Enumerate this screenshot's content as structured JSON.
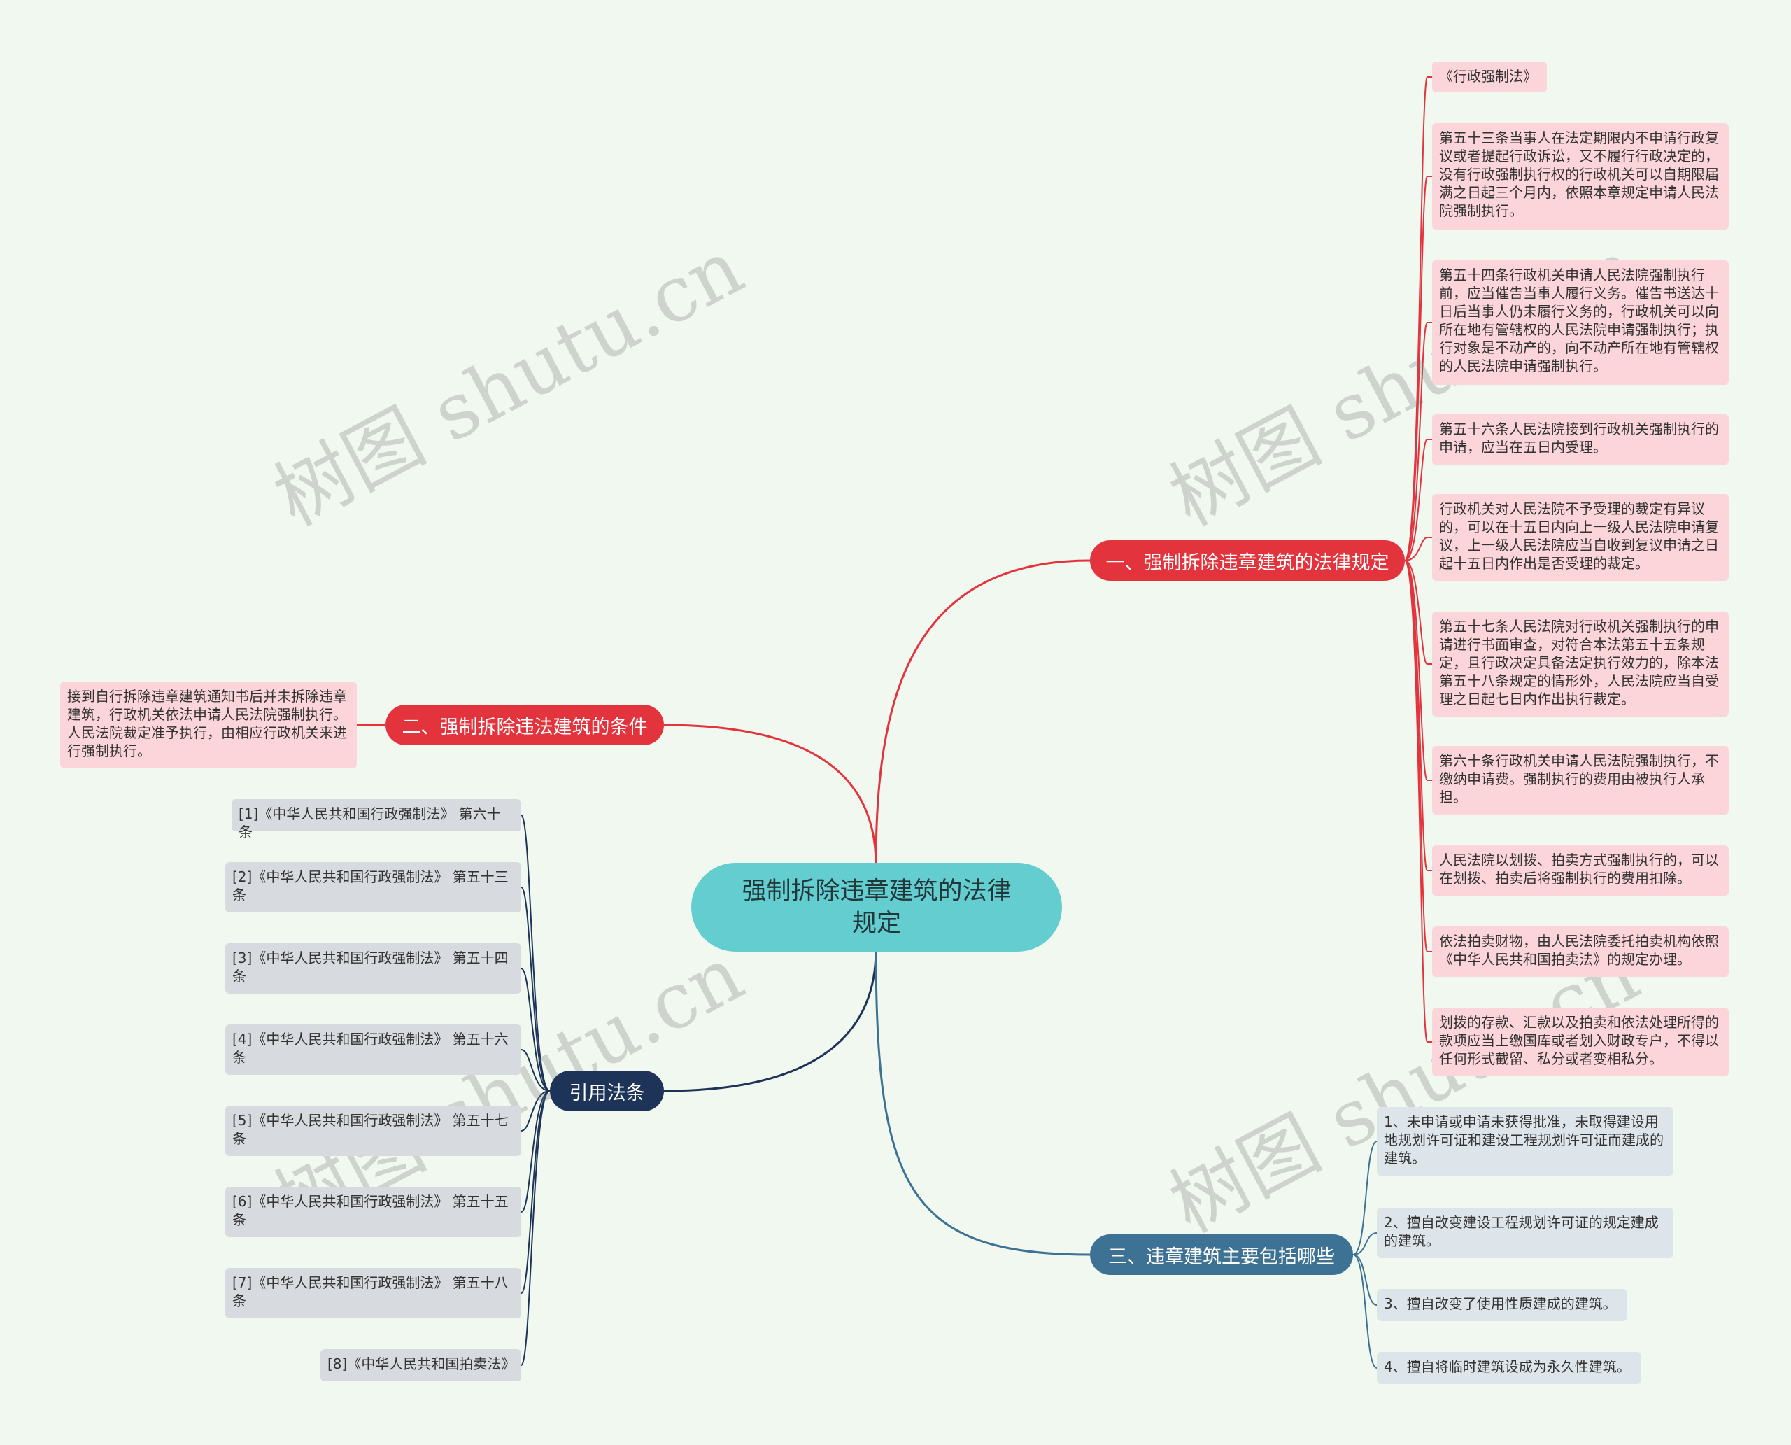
{
  "colors": {
    "background": "#f0f8ef",
    "root": "#63cdd0",
    "branch_red": "#e3343e",
    "branch_navy": "#1d3358",
    "branch_steel": "#3e7294",
    "leaf_pink": "#fbd5d9",
    "leaf_gray": "#d7dbe0",
    "leaf_blue": "#dde5ea"
  },
  "watermark": "树图 shutu.cn",
  "root": {
    "label": "强制拆除违章建筑的法律规定"
  },
  "branch1": {
    "label": "一、强制拆除违章建筑的法律规定",
    "leaves": [
      "《行政强制法》",
      "第五十三条当事人在法定期限内不申请行政复议或者提起行政诉讼，又不履行行政决定的，没有行政强制执行权的行政机关可以自期限届满之日起三个月内，依照本章规定申请人民法院强制执行。",
      "第五十四条行政机关申请人民法院强制执行前，应当催告当事人履行义务。催告书送达十日后当事人仍未履行义务的，行政机关可以向所在地有管辖权的人民法院申请强制执行；执行对象是不动产的，向不动产所在地有管辖权的人民法院申请强制执行。",
      "第五十六条人民法院接到行政机关强制执行的申请，应当在五日内受理。",
      "行政机关对人民法院不予受理的裁定有异议的，可以在十五日内向上一级人民法院申请复议，上一级人民法院应当自收到复议申请之日起十五日内作出是否受理的裁定。",
      "第五十七条人民法院对行政机关强制执行的申请进行书面审查，对符合本法第五十五条规定，且行政决定具备法定执行效力的，除本法第五十八条规定的情形外，人民法院应当自受理之日起七日内作出执行裁定。",
      "第六十条行政机关申请人民法院强制执行，不缴纳申请费。强制执行的费用由被执行人承担。",
      "人民法院以划拨、拍卖方式强制执行的，可以在划拨、拍卖后将强制执行的费用扣除。",
      "依法拍卖财物，由人民法院委托拍卖机构依照《中华人民共和国拍卖法》的规定办理。",
      "划拨的存款、汇款以及拍卖和依法处理所得的款项应当上缴国库或者划入财政专户，不得以任何形式截留、私分或者变相私分。"
    ]
  },
  "branch2": {
    "label": "二、强制拆除违法建筑的条件",
    "leaves": [
      "接到自行拆除违章建筑通知书后并未拆除违章建筑，行政机关依法申请人民法院强制执行。人民法院裁定准予执行，由相应行政机关来进行强制执行。"
    ]
  },
  "branch3": {
    "label": "引用法条",
    "leaves": [
      "[1]《中华人民共和国行政强制法》 第六十条",
      "[2]《中华人民共和国行政强制法》 第五十三条",
      "[3]《中华人民共和国行政强制法》 第五十四条",
      "[4]《中华人民共和国行政强制法》 第五十六条",
      "[5]《中华人民共和国行政强制法》 第五十七条",
      "[6]《中华人民共和国行政强制法》 第五十五条",
      "[7]《中华人民共和国行政强制法》 第五十八条",
      "[8]《中华人民共和国拍卖法》"
    ]
  },
  "branch4": {
    "label": "三、违章建筑主要包括哪些",
    "leaves": [
      "1、未申请或申请未获得批准，未取得建设用地规划许可证和建设工程规划许可证而建成的建筑。",
      "2、擅自改变建设工程规划许可证的规定建成的建筑。",
      "3、擅自改变了使用性质建成的建筑。",
      "4、擅自将临时建筑设成为永久性建筑。"
    ]
  }
}
